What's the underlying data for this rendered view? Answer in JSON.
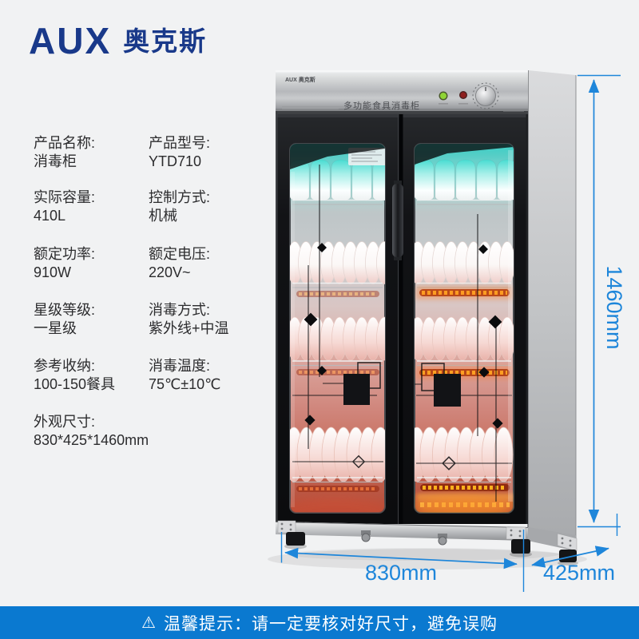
{
  "brand": {
    "name": "AUX",
    "name_cn": "奥克斯"
  },
  "specs": [
    {
      "label": "产品名称:",
      "value": "消毒柜"
    },
    {
      "label": "产品型号:",
      "value": "YTD710"
    },
    {
      "label": "实际容量:",
      "value": "410L"
    },
    {
      "label": "控制方式:",
      "value": "机械"
    },
    {
      "label": "额定功率:",
      "value": "910W"
    },
    {
      "label": "额定电压:",
      "value": "220V~"
    },
    {
      "label": "星级等级:",
      "value": "一星级"
    },
    {
      "label": "消毒方式:",
      "value": "紫外线+中温"
    },
    {
      "label": "参考收纳:",
      "value": "100-150餐具"
    },
    {
      "label": "消毒温度:",
      "value": "75℃±10℃"
    },
    {
      "label": "外观尺寸:",
      "value": "830*425*1460mm"
    }
  ],
  "cabinet": {
    "panel_brand": "AUX 奥克斯",
    "panel_title": "多功能食具消毒柜"
  },
  "dimensions": {
    "height": "1460mm",
    "width": "830mm",
    "depth": "425mm"
  },
  "footer": {
    "icon": "⚠",
    "notice": "温馨提示：请一定要核对好尺寸，避免误购"
  },
  "colors": {
    "brand_navy": "#19398a",
    "dimension_blue": "#1e86da",
    "banner_blue": "#0a79d0",
    "background": "#f1f2f3"
  }
}
